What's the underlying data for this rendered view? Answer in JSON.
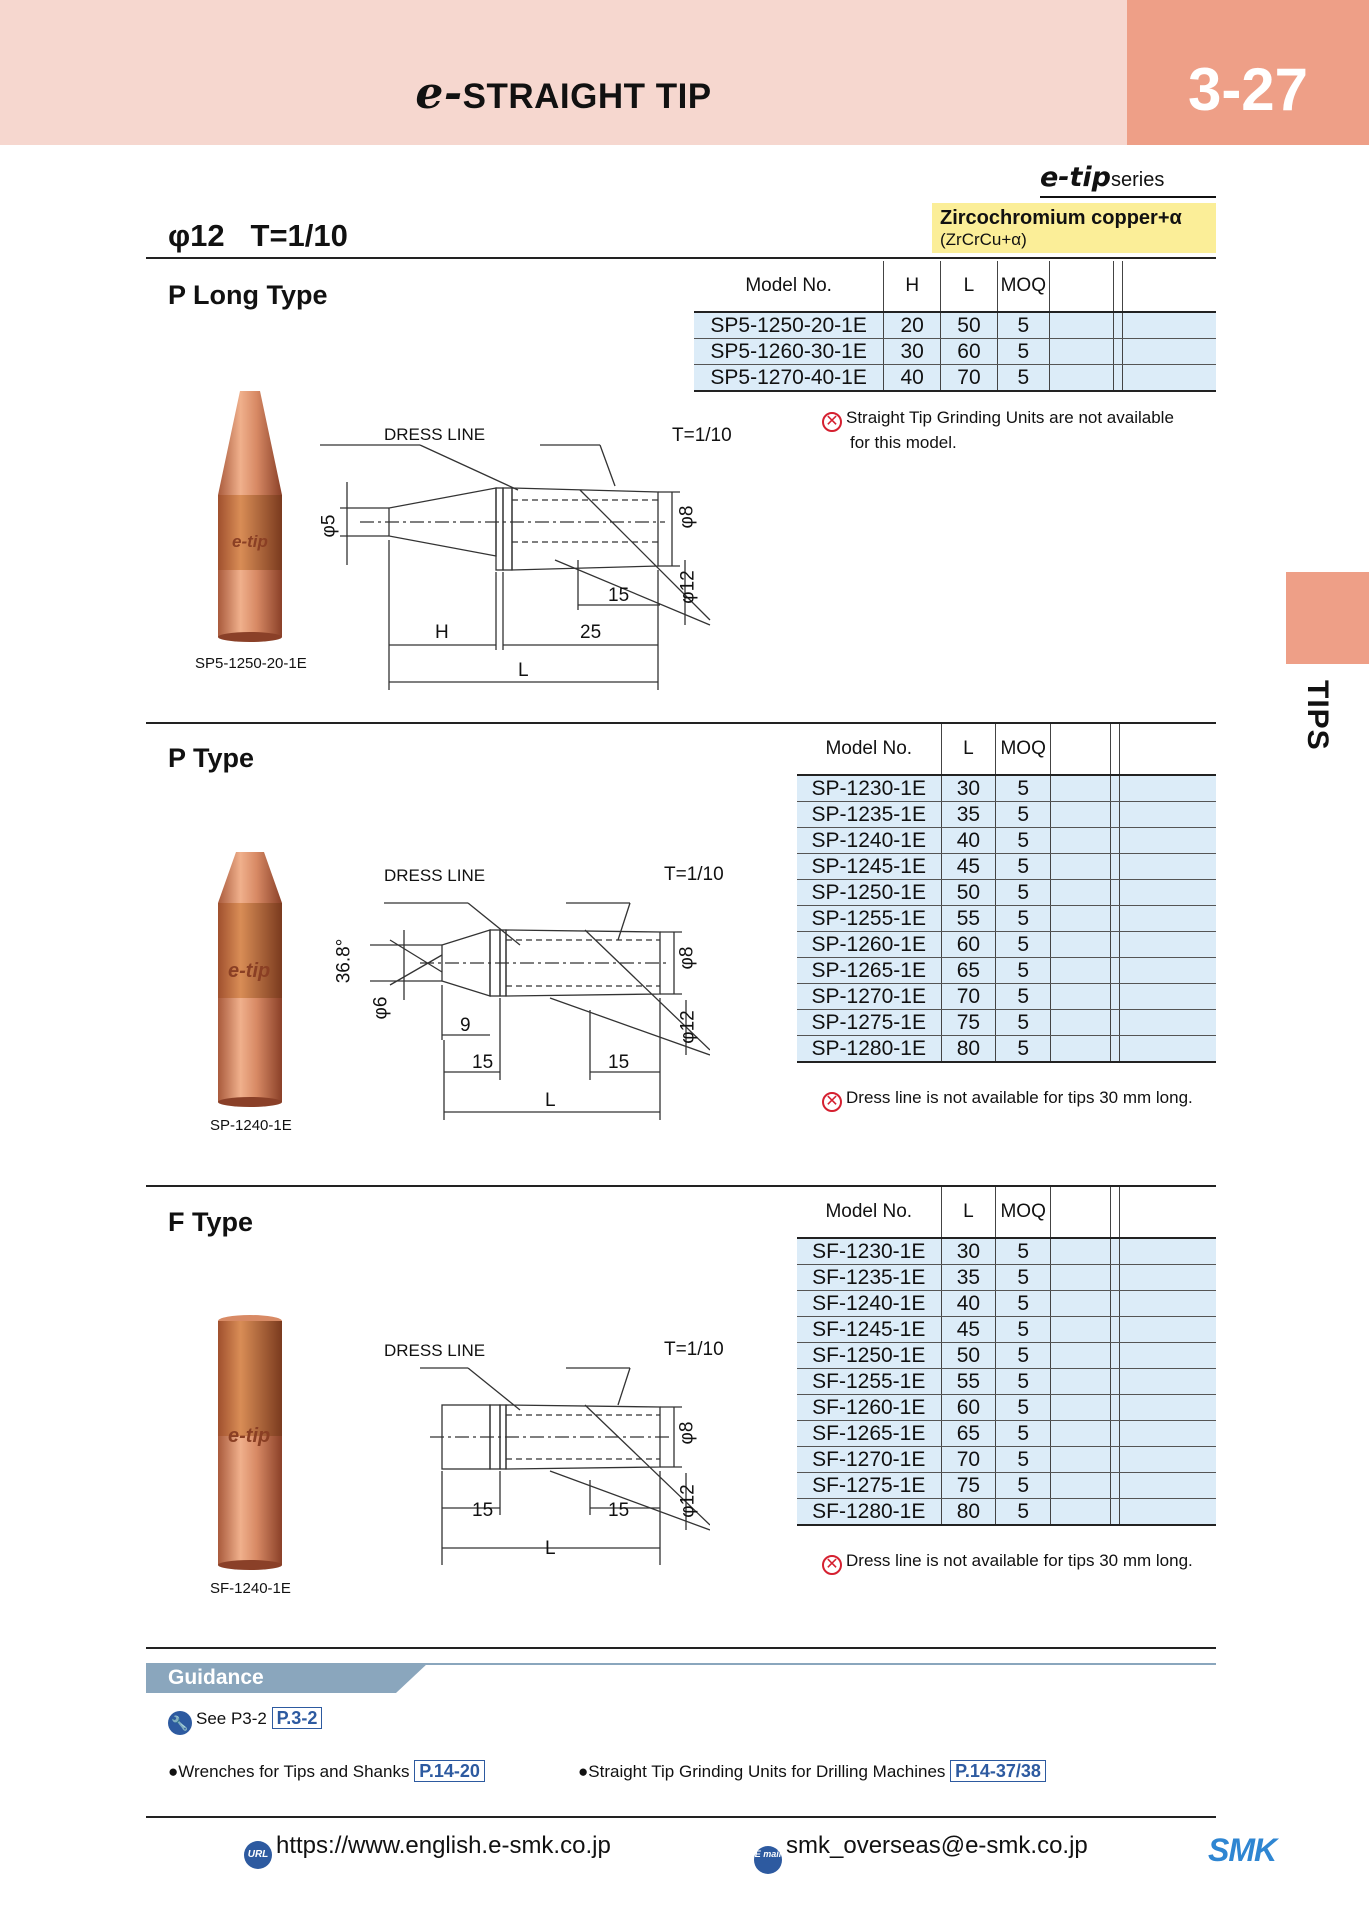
{
  "header": {
    "title_prefix": "e-",
    "title": "STRAIGHT TIP",
    "page_number": "3-27"
  },
  "side_tab": {
    "label": "TIPS"
  },
  "series": {
    "brand": "e-tip",
    "label": "series"
  },
  "material": {
    "name": "Zircochromium copper+α",
    "formula": "(ZrCrCu+α)"
  },
  "spec": {
    "diameter": "φ12",
    "taper": "T=1/10"
  },
  "sections": {
    "p_long": {
      "title": "P Long Type",
      "headers": [
        "Model No.",
        "H",
        "L",
        "MOQ"
      ],
      "rows": [
        [
          "SP5-1250-20-1E",
          "20",
          "50",
          "5"
        ],
        [
          "SP5-1260-30-1E",
          "30",
          "60",
          "5"
        ],
        [
          "SP5-1270-40-1E",
          "40",
          "70",
          "5"
        ]
      ],
      "note_line1": "Straight Tip Grinding Units are not available",
      "note_line2": "for this model.",
      "photo_caption": "SP5-1250-20-1E",
      "photo_logo": "e-tip",
      "dims": {
        "dress": "DRESS LINE",
        "taper": "T=1/10",
        "d5": "φ5",
        "d8": "φ8",
        "d12": "φ12",
        "n15": "15",
        "h": "H",
        "n25": "25",
        "l": "L"
      }
    },
    "p": {
      "title": "P Type",
      "headers": [
        "Model No.",
        "L",
        "MOQ"
      ],
      "rows": [
        [
          "SP-1230-1E",
          "30",
          "5"
        ],
        [
          "SP-1235-1E",
          "35",
          "5"
        ],
        [
          "SP-1240-1E",
          "40",
          "5"
        ],
        [
          "SP-1245-1E",
          "45",
          "5"
        ],
        [
          "SP-1250-1E",
          "50",
          "5"
        ],
        [
          "SP-1255-1E",
          "55",
          "5"
        ],
        [
          "SP-1260-1E",
          "60",
          "5"
        ],
        [
          "SP-1265-1E",
          "65",
          "5"
        ],
        [
          "SP-1270-1E",
          "70",
          "5"
        ],
        [
          "SP-1275-1E",
          "75",
          "5"
        ],
        [
          "SP-1280-1E",
          "80",
          "5"
        ]
      ],
      "note": "Dress line is not available for tips 30 mm long.",
      "photo_caption": "SP-1240-1E",
      "photo_logo": "e-tip",
      "dims": {
        "dress": "DRESS LINE",
        "taper": "T=1/10",
        "angle": "36.8°",
        "d6": "φ6",
        "d8": "φ8",
        "d12": "φ12",
        "n9": "9",
        "n15a": "15",
        "n15b": "15",
        "l": "L"
      }
    },
    "f": {
      "title": "F Type",
      "headers": [
        "Model No.",
        "L",
        "MOQ"
      ],
      "rows": [
        [
          "SF-1230-1E",
          "30",
          "5"
        ],
        [
          "SF-1235-1E",
          "35",
          "5"
        ],
        [
          "SF-1240-1E",
          "40",
          "5"
        ],
        [
          "SF-1245-1E",
          "45",
          "5"
        ],
        [
          "SF-1250-1E",
          "50",
          "5"
        ],
        [
          "SF-1255-1E",
          "55",
          "5"
        ],
        [
          "SF-1260-1E",
          "60",
          "5"
        ],
        [
          "SF-1265-1E",
          "65",
          "5"
        ],
        [
          "SF-1270-1E",
          "70",
          "5"
        ],
        [
          "SF-1275-1E",
          "75",
          "5"
        ],
        [
          "SF-1280-1E",
          "80",
          "5"
        ]
      ],
      "note": "Dress line is not available for tips 30 mm long.",
      "photo_caption": "SF-1240-1E",
      "photo_logo": "e-tip",
      "dims": {
        "dress": "DRESS LINE",
        "taper": "T=1/10",
        "d8": "φ8",
        "d12": "φ12",
        "n15a": "15",
        "n15b": "15",
        "l": "L"
      }
    }
  },
  "guidance": {
    "title": "Guidance",
    "see_text": "See P3-2",
    "see_link": "P.3-2",
    "wrench_text": "●Wrenches for Tips and Shanks",
    "wrench_link": "P.14-20",
    "grind_text": "●Straight Tip Grinding Units for Drilling Machines",
    "grind_link": "P.14-37/38"
  },
  "footer": {
    "url_icon": "URL",
    "url": "https://www.english.e-smk.co.jp",
    "mail_icon": "E mail",
    "email": "smk_overseas@e-smk.co.jp",
    "logo": "SMK"
  },
  "colors": {
    "header_bg": "#f6d7cf",
    "accent": "#ee9f87",
    "table_row": "#dcecf8",
    "material_bg": "#fbee98",
    "link": "#2d5aa0",
    "guidance_bar": "#8aa6bd"
  }
}
